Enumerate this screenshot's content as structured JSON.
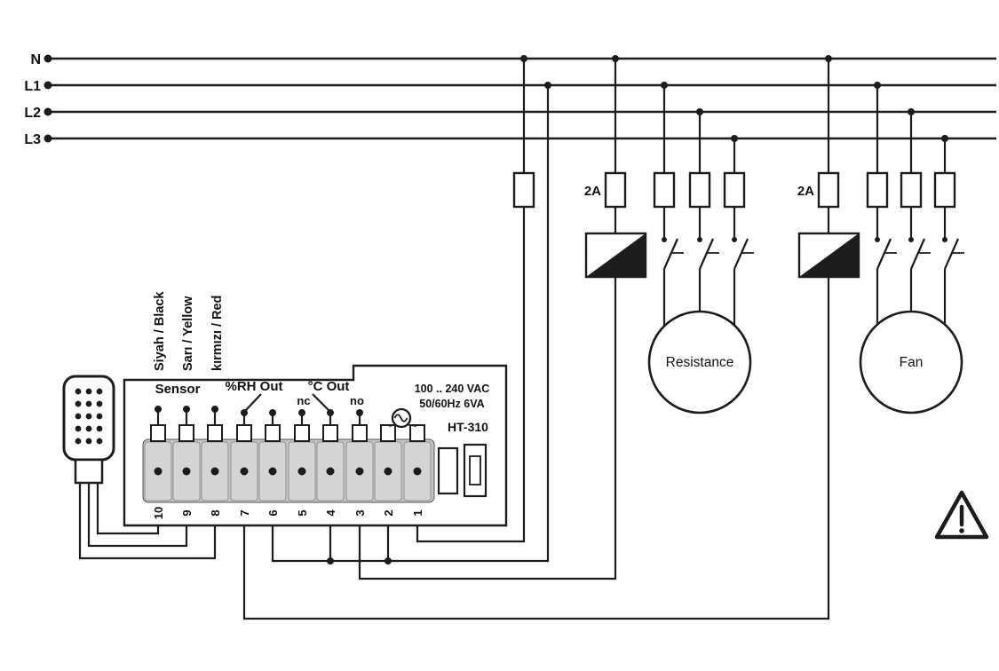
{
  "diagram": {
    "rails": [
      {
        "label": "N"
      },
      {
        "label": "L1"
      },
      {
        "label": "L2"
      },
      {
        "label": "L3"
      }
    ],
    "control_fuses": [
      {
        "label": "2A"
      },
      {
        "label": "2A"
      }
    ],
    "loads": [
      {
        "label": "Resistance"
      },
      {
        "label": "Fan"
      }
    ],
    "device": {
      "model": "HT-310",
      "rating_line1": "100 .. 240 VAC",
      "rating_line2": "50/60Hz 6VA",
      "section_labels": {
        "sensor": "Sensor",
        "rh_out": "%RH Out",
        "c_out": "°C Out",
        "nc": "nc",
        "no": "no"
      },
      "sensor_wires": [
        {
          "label": "Siyah / Black"
        },
        {
          "label": "Sarı / Yellow"
        },
        {
          "label": "kırmızı / Red"
        }
      ],
      "terminals": [
        {
          "number": "10"
        },
        {
          "number": "9"
        },
        {
          "number": "8"
        },
        {
          "number": "7"
        },
        {
          "number": "6"
        },
        {
          "number": "5"
        },
        {
          "number": "4"
        },
        {
          "number": "3"
        },
        {
          "number": "2"
        },
        {
          "number": "1"
        }
      ]
    },
    "icons": {
      "warning_icon": "triangle-exclamation",
      "ac_supply_icon": "sine-wave"
    },
    "colors": {
      "wire": "#1c1c1c",
      "background": "#ffffff",
      "terminal_block": "#c4c4c4",
      "terminal_cell": "#d4d4d4"
    }
  }
}
